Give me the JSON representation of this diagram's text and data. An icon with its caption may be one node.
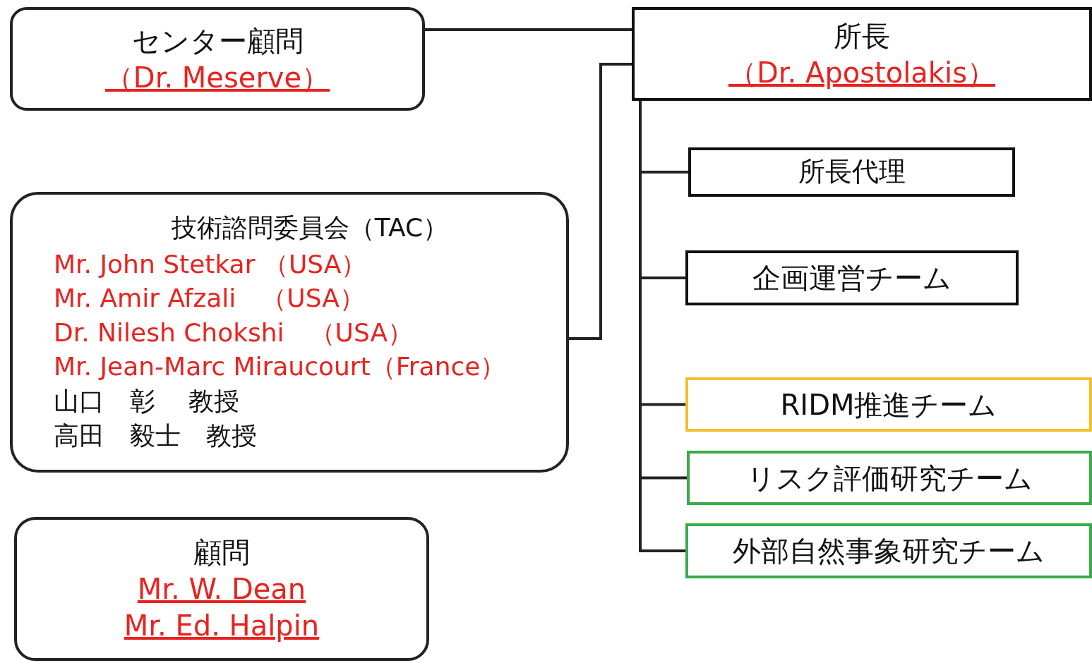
{
  "diagram": {
    "nodes": [
      {
        "text": [
          "センター顧問",
          "（Dr. Meserve）"
        ]
      },
      {
        "text": [
          "技術諮問委員会（TAC）",
          "Mr. John Stetkar （USA）",
          "Mr. Amir Afzali　（USA）",
          "Dr. Nilesh Chokshi　（USA）",
          "Mr. Jean-Marc Miraucourt（France）",
          "山口　彰　 教授",
          "高田　毅士　教授"
        ]
      },
      {
        "text": [
          "顧問",
          "Mr. W. Dean",
          "Mr. Ed. Halpin"
        ]
      },
      {
        "text": [
          "所長",
          "（Dr. Apostolakis）"
        ]
      },
      {
        "text": [
          "所長代理"
        ]
      },
      {
        "text": [
          "企画運営チーム"
        ]
      },
      {
        "text": [
          "RIDM推進チーム"
        ]
      },
      {
        "text": [
          "リスク評価研究チーム"
        ]
      },
      {
        "text": [
          "外部自然事象研究チーム"
        ]
      }
    ],
    "edges": [
      {
        "from": 0,
        "to": 3,
        "arrow": "none"
      },
      {
        "from": 1,
        "to": 3,
        "arrow": "none"
      },
      {
        "from": 3,
        "to": 4,
        "arrow": "none"
      },
      {
        "from": 3,
        "to": 5,
        "arrow": "none"
      },
      {
        "from": 3,
        "to": 6,
        "arrow": "none"
      },
      {
        "from": 3,
        "to": 7,
        "arrow": "none"
      },
      {
        "from": 3,
        "to": 8,
        "arrow": "none"
      }
    ]
  }
}
